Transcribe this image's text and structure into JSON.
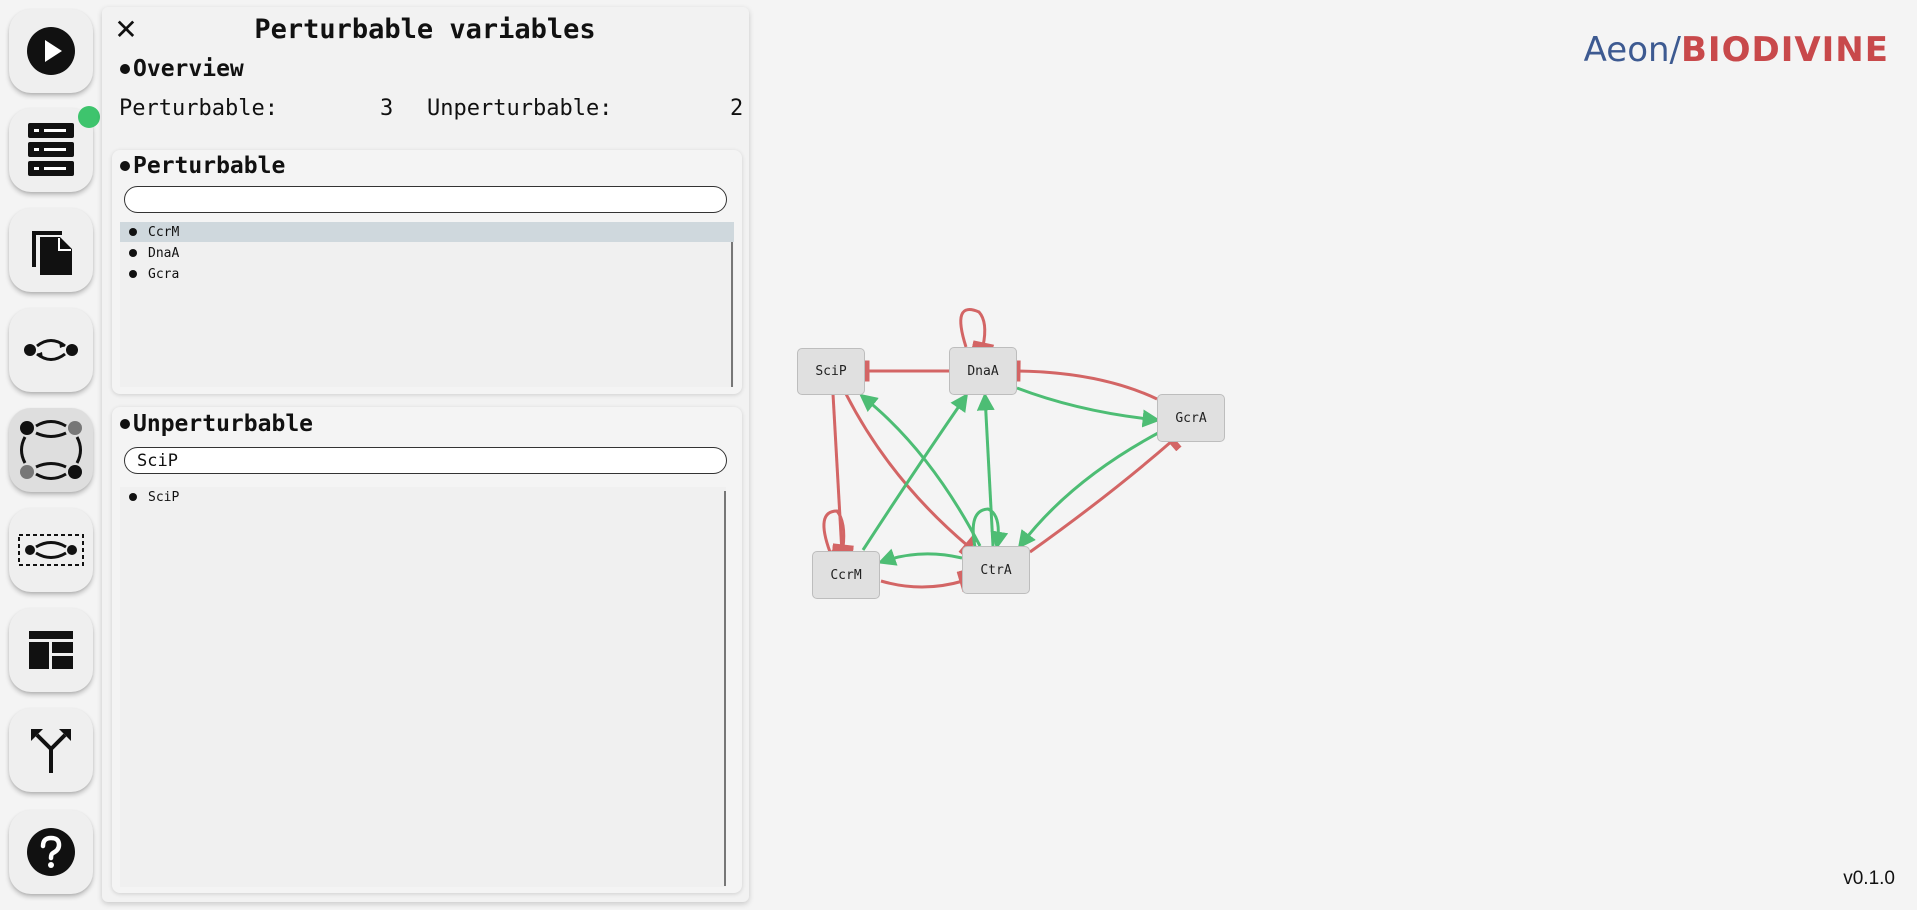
{
  "toolbar": {
    "buttons": [
      {
        "icon": "play-icon"
      },
      {
        "icon": "server-icon"
      },
      {
        "icon": "copy-files-icon"
      },
      {
        "icon": "regulation-icon"
      },
      {
        "icon": "perturbation-network-icon"
      },
      {
        "icon": "selection-regulation-icon"
      },
      {
        "icon": "dashboard-layout-icon"
      },
      {
        "icon": "fork-arrow-icon"
      },
      {
        "icon": "help-icon"
      }
    ],
    "status_color": "#3ec46d"
  },
  "panel": {
    "close_label": "✕",
    "title": "Perturbable variables",
    "overview": {
      "heading": "Overview",
      "perturbable_label": "Perturbable:",
      "perturbable_count": "3",
      "unperturbable_label": "Unperturbable:",
      "unperturbable_count": "2"
    },
    "perturbable": {
      "heading": "Perturbable",
      "search_value": "",
      "items": [
        "CcrM",
        "DnaA",
        "Gcra"
      ]
    },
    "unperturbable": {
      "heading": "Unperturbable",
      "search_value": "SciP",
      "items": [
        "SciP"
      ]
    }
  },
  "graph": {
    "nodes": [
      "SciP",
      "DnaA",
      "GcrA",
      "CcrM",
      "CtrA"
    ],
    "colors": {
      "activation": "#4dbd74",
      "inhibition": "#d36565"
    }
  },
  "brand": {
    "part1": "Aeon/",
    "part2": "BIODIVINE"
  },
  "version": "v0.1.0"
}
